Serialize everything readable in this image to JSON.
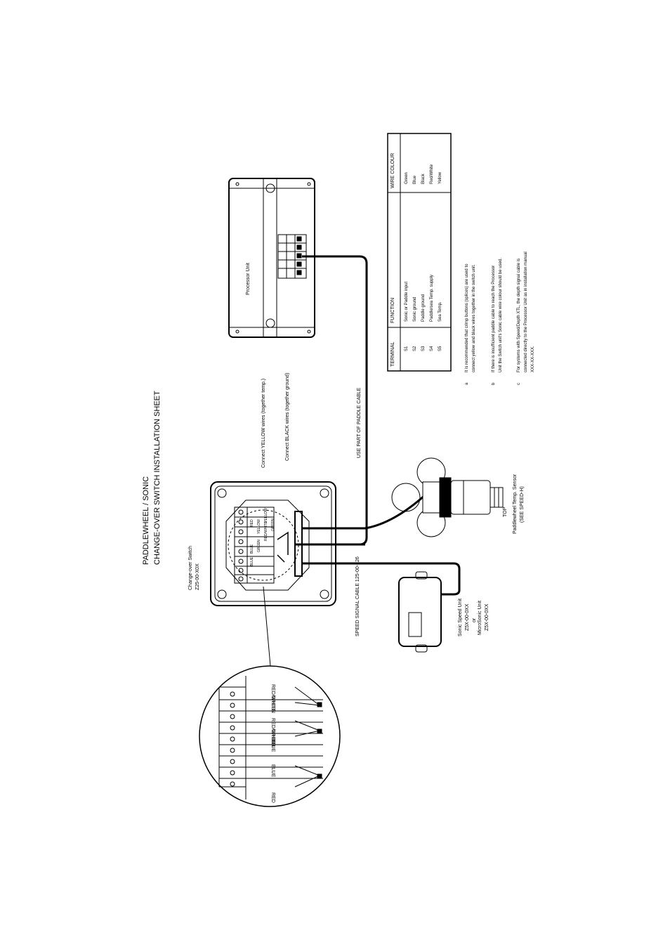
{
  "title": {
    "line1": "PADDLEWHEEL / SONIC",
    "line2": "CHANGE-OVER SWITCH INSTALLATION SHEET"
  },
  "processor_unit": {
    "label": "Processor Unit"
  },
  "changeover_switch": {
    "label": "Change-over Switch",
    "part_no": "Z25-00-X0X",
    "terminals": [
      "RED",
      "BLUE",
      "BLUE",
      "YELLOW",
      "GREEN",
      "RED/WHITE",
      "YELLOW",
      "GREEN"
    ]
  },
  "notes_on_switch": {
    "yellow": "Connect YELLOW wires (together temp.)",
    "black": "Connect BLACK wires (together ground)"
  },
  "cables": {
    "paddle_cable": "USE PART OF PADDLE CABLE",
    "speed_signal_cable": "SPEED SIGNAL CABLE 125-00-126"
  },
  "sonic_unit": {
    "label": "Sonic Speed Unit",
    "part1": "Z5X-00-0XX",
    "or": "or",
    "label2": "MicroSonic Unit",
    "part2": "Z5X-00-0XX"
  },
  "paddlewheel": {
    "label": "Paddlewheel Temp. Sensor",
    "part": "(SEE SPEED-H)",
    "tag": "TOP"
  },
  "detail_labels": [
    "RED",
    "BLUE",
    "BLUE",
    "GREEN",
    "RED/WHITE",
    "GREEN",
    "RED/WHITE"
  ],
  "table": {
    "headers": [
      "TERMINAL",
      "FUNCTION",
      "WIRE COLOUR"
    ],
    "rows": [
      [
        "S1",
        "Sonic or Paddle input",
        "Green"
      ],
      [
        "S2",
        "Sonic ground",
        "Blue"
      ],
      [
        "S3",
        "Paddle ground",
        "Black"
      ],
      [
        "S4",
        "Paddle/sea Temp. supply",
        "Red/White"
      ],
      [
        "S5",
        "Sea Temp.",
        "Yellow"
      ]
    ]
  },
  "notes": [
    {
      "bullet": "a",
      "line1": "It is recommended that crimp buttons (splices) are used to",
      "line2": "connect yellow and black wires together in the switch unit."
    },
    {
      "bullet": "b",
      "line1": "If there is insufficient paddle cable to reach the Processor",
      "line2": "Unit the Switch unit's Sonic cable wire colour should be used."
    },
    {
      "bullet": "c",
      "line1": "For systems with Speed/Depth XTL, the depth signal cable is",
      "line2": "connected directly to the Processor Unit as in installation manual",
      "line3": "XXX-XX-XXX."
    }
  ]
}
